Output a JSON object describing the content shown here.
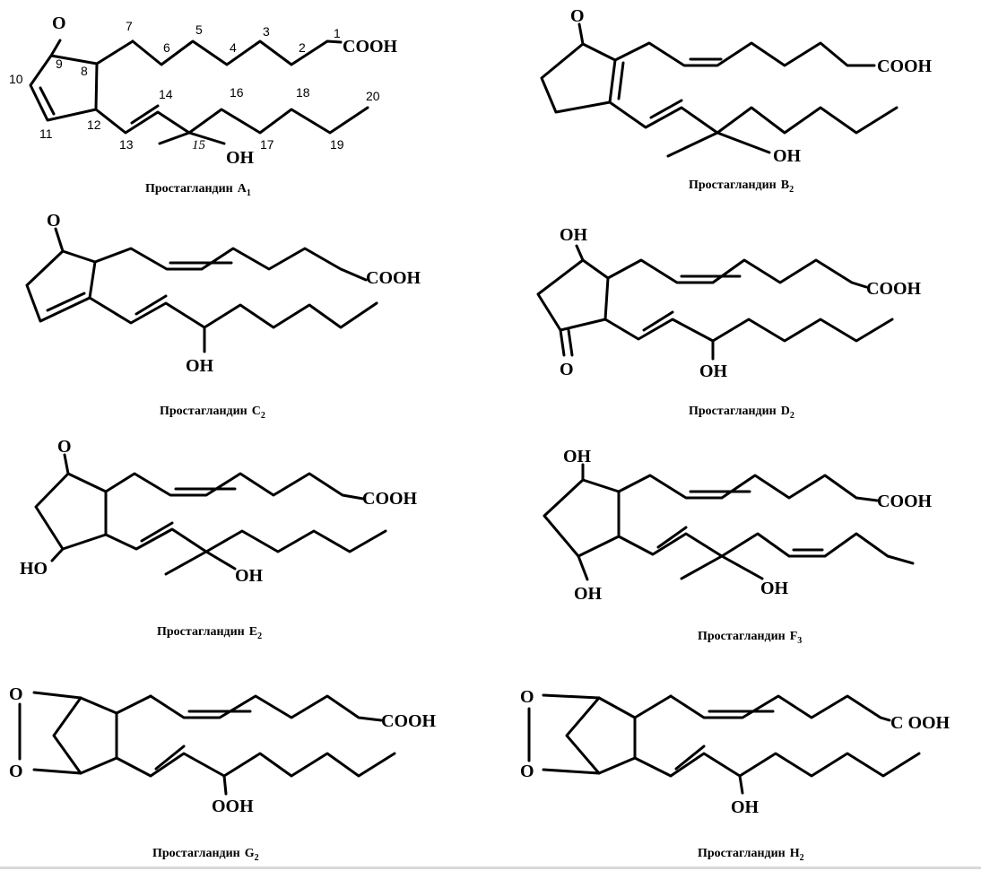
{
  "compounds": [
    {
      "name": "Простагландин",
      "letter": "A",
      "sub": "1"
    },
    {
      "name": "Простагландин",
      "letter": "B",
      "sub": "2"
    },
    {
      "name": "Простагландин",
      "letter": "C",
      "sub": "2"
    },
    {
      "name": "Простагландин",
      "letter": "D",
      "sub": "2"
    },
    {
      "name": "Простагландин",
      "letter": "E",
      "sub": "2"
    },
    {
      "name": "Простагландин",
      "letter": "F",
      "sub": "3"
    },
    {
      "name": "Простагландин",
      "letter": "G",
      "sub": "2"
    },
    {
      "name": "Простагландин",
      "letter": "H",
      "sub": "2"
    }
  ],
  "atoms": {
    "o": "O",
    "cooh": "COOH",
    "cooh_spaced": "C OOH",
    "oh": "OH",
    "ho": "HO",
    "ooh": "OOH"
  },
  "numbering": [
    "1",
    "2",
    "3",
    "4",
    "5",
    "6",
    "7",
    "8",
    "9",
    "10",
    "11",
    "12",
    "13",
    "14",
    "15",
    "16",
    "17",
    "18",
    "19",
    "20"
  ]
}
